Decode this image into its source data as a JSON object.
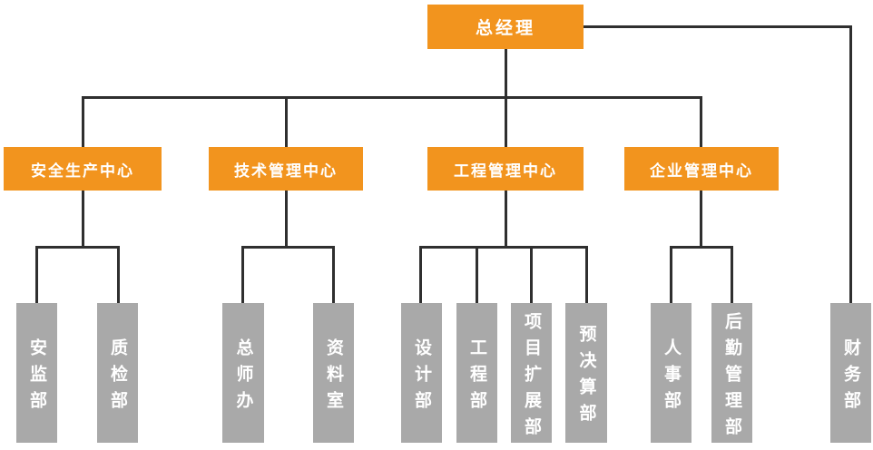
{
  "colors": {
    "accent": "#F2941E",
    "gray": "#A9A9A9",
    "line": "#2F2F2F",
    "text": "#FFFFFF",
    "bg": "#FFFFFF"
  },
  "org": {
    "root": "总经理",
    "children": [
      {
        "label": "安全生产中心",
        "children": [
          "安监部",
          "质检部"
        ]
      },
      {
        "label": "技术管理中心",
        "children": [
          "总师办",
          "资料室"
        ]
      },
      {
        "label": "工程管理中心",
        "children": [
          "设计部",
          "工程部",
          "项目扩展部",
          "预决算部"
        ]
      },
      {
        "label": "企业管理中心",
        "children": [
          "人事部",
          "后勤管理部"
        ]
      },
      {
        "label": "财务部",
        "children": []
      }
    ]
  }
}
